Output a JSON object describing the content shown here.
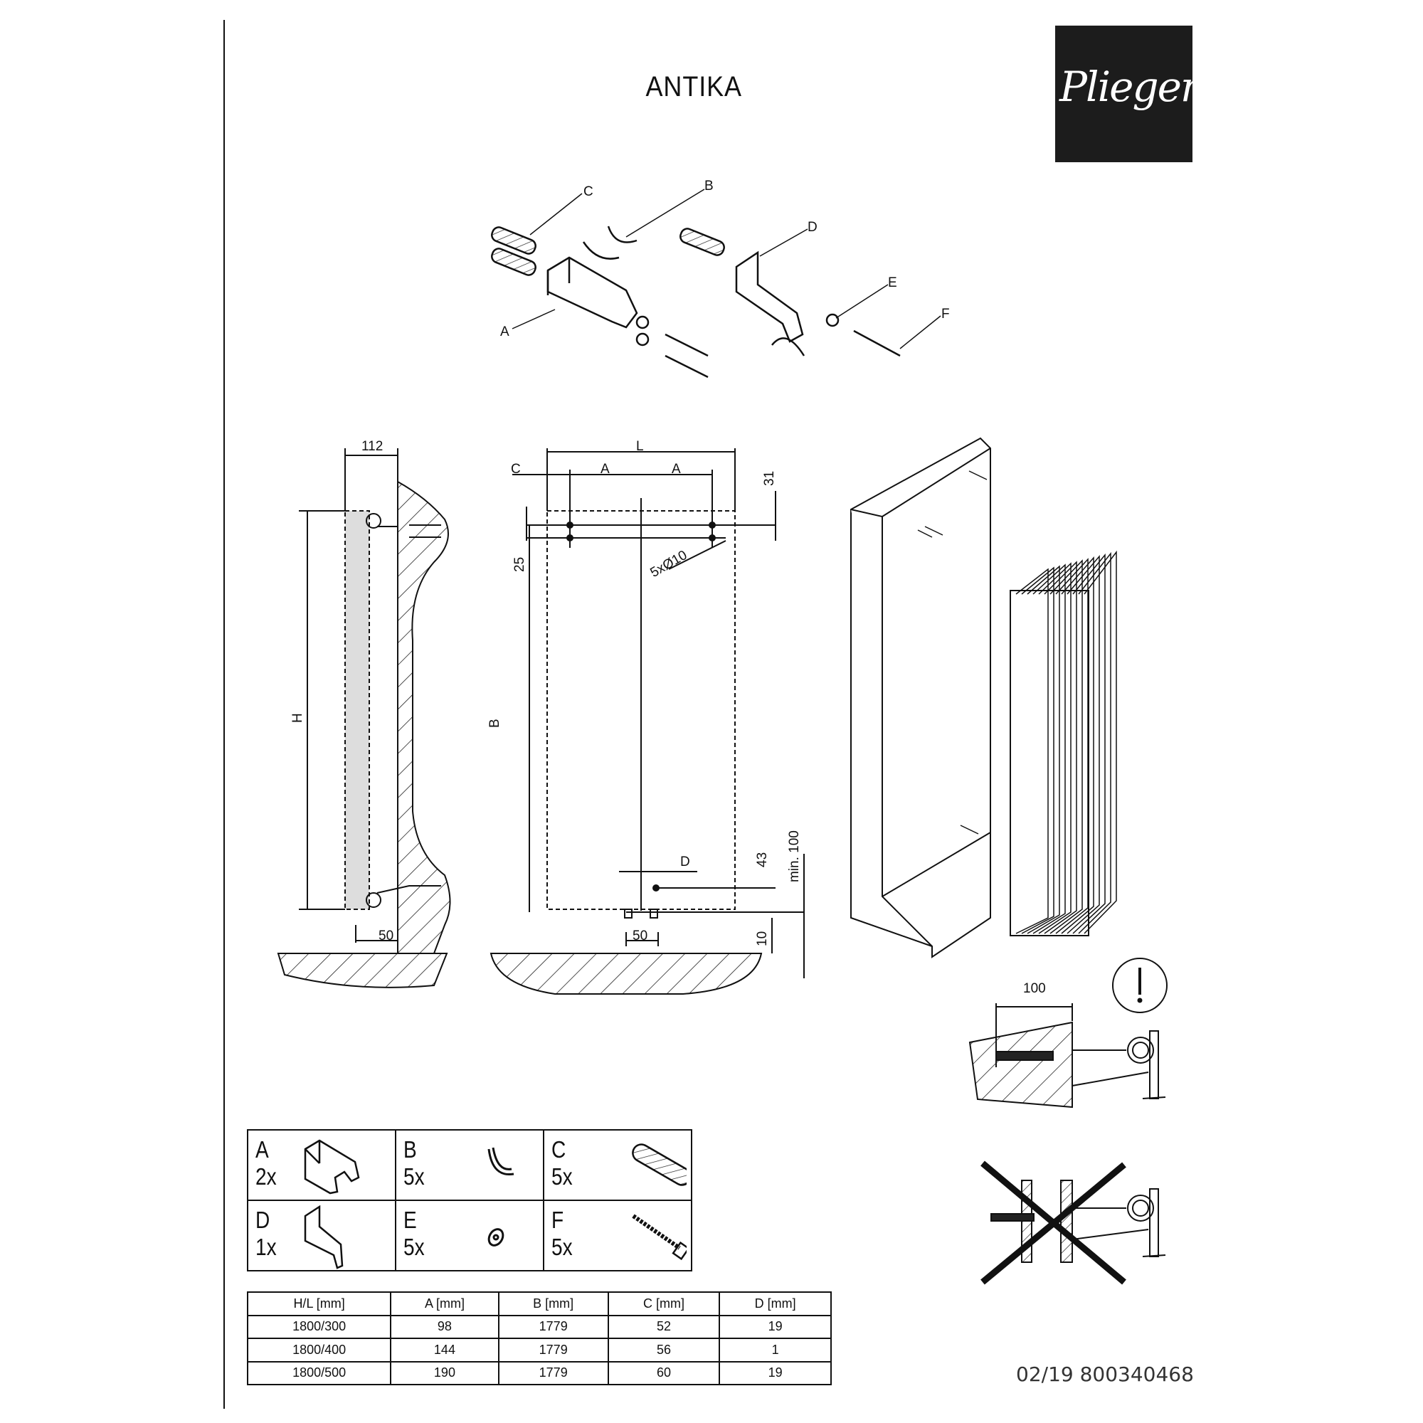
{
  "header": {
    "title": "ANTIKA",
    "logo_text": "Plieger"
  },
  "exploded_view": {
    "labels": [
      "A",
      "B",
      "C",
      "D",
      "E",
      "F"
    ]
  },
  "side_view": {
    "width_label": "112",
    "height_label": "H",
    "offset_label": "50"
  },
  "front_view": {
    "length_label": "L",
    "c_label": "C",
    "a_label": "A",
    "b_label": "B",
    "top_offset": "31",
    "hole_spacing": "25",
    "holes": "5xØ10",
    "d_label": "D",
    "bottom_43": "43",
    "min_label": "min. 100",
    "bottom_10": "10",
    "pipe_spacing": "50"
  },
  "warning": {
    "depth_label": "100",
    "icon": "exclamation-icon"
  },
  "parts": [
    {
      "letter": "A",
      "qty": "2x"
    },
    {
      "letter": "B",
      "qty": "5x"
    },
    {
      "letter": "C",
      "qty": "5x"
    },
    {
      "letter": "D",
      "qty": "1x"
    },
    {
      "letter": "E",
      "qty": "5x"
    },
    {
      "letter": "F",
      "qty": "5x"
    }
  ],
  "dimensions_table": {
    "headers": [
      "H/L [mm]",
      "A [mm]",
      "B [mm]",
      "C [mm]",
      "D [mm]"
    ],
    "rows": [
      [
        "1800/300",
        "98",
        "1779",
        "52",
        "19"
      ],
      [
        "1800/400",
        "144",
        "1779",
        "56",
        "1"
      ],
      [
        "1800/500",
        "190",
        "1779",
        "60",
        "19"
      ]
    ]
  },
  "footer": {
    "code": "02/19 800340468"
  }
}
